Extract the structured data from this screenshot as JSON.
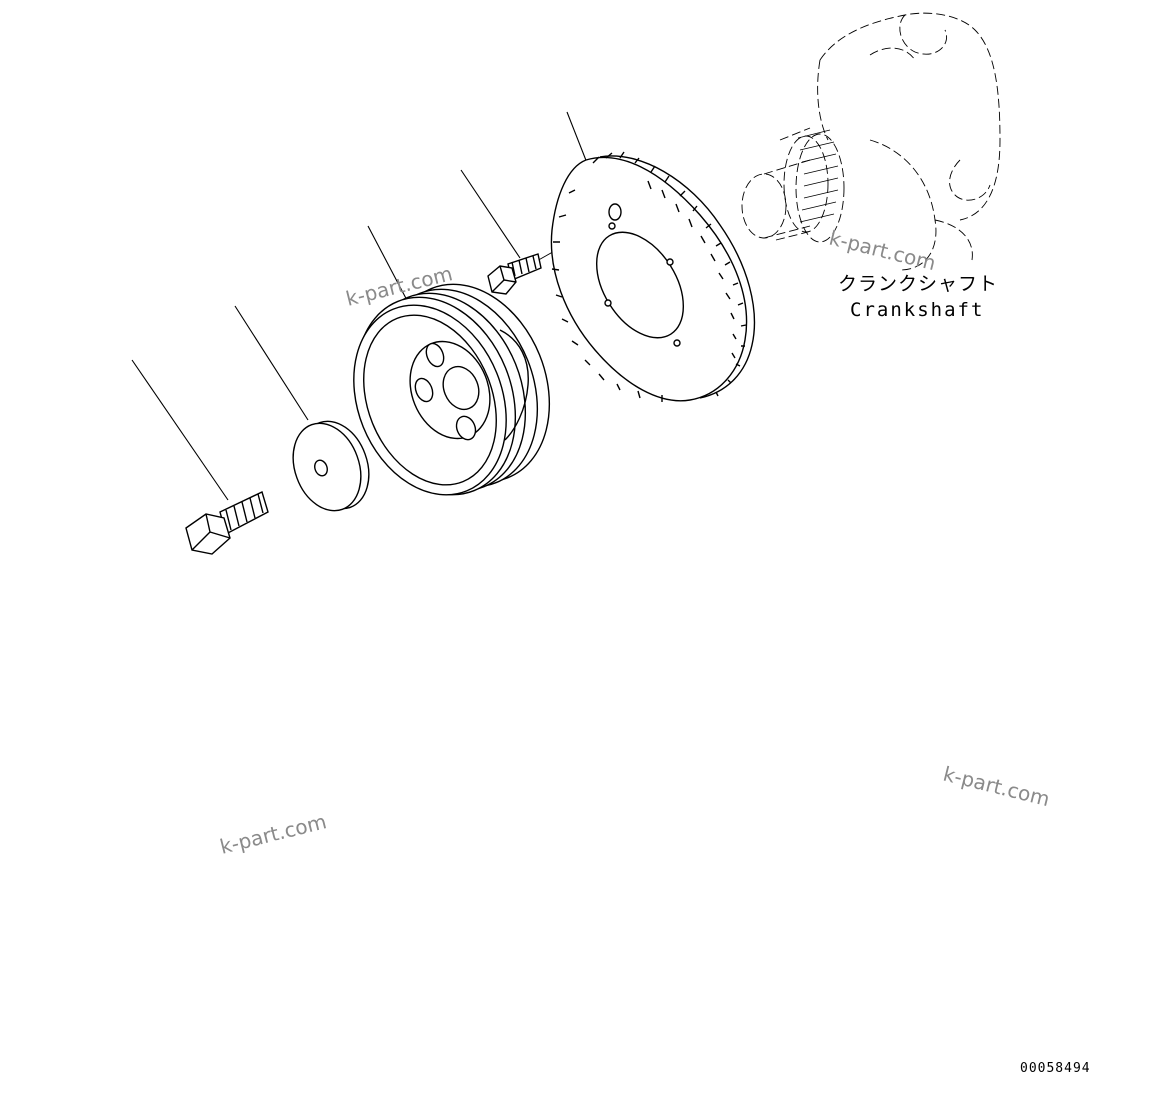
{
  "labels": {
    "crankshaft_jp": "クランクシャフト",
    "crankshaft_en": "Crankshaft"
  },
  "watermarks": [
    "k-part.com",
    "k-part.com",
    "k-part.com",
    "k-part.com"
  ],
  "document_number": "00058494",
  "colors": {
    "line": "#000000",
    "ghost": "#000000",
    "watermark": "#8a8a8a"
  },
  "parts": [
    {
      "name": "bolt",
      "icon": "hex-bolt-icon"
    },
    {
      "name": "washer",
      "icon": "washer-icon"
    },
    {
      "name": "pulley",
      "icon": "pulley-icon"
    },
    {
      "name": "flange-bolt",
      "icon": "flange-bolt-icon"
    },
    {
      "name": "tone-wheel",
      "icon": "tone-wheel-icon"
    },
    {
      "name": "crankshaft",
      "icon": "crankshaft-icon"
    }
  ]
}
